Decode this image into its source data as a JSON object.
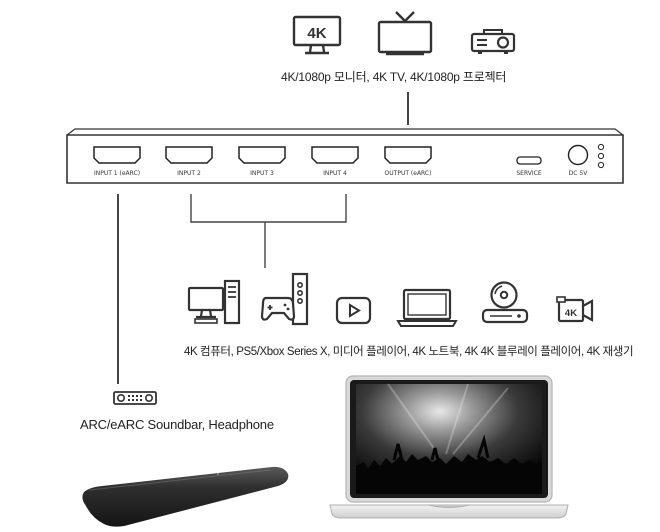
{
  "outputs": {
    "caption": "4K/1080p 모니터, 4K TV, 4K/1080p 프로젝터",
    "icons": [
      "4k-monitor-icon",
      "tv-icon",
      "projector-icon"
    ],
    "monitor_text": "4K"
  },
  "device": {
    "ports": [
      {
        "label": "INPUT 1 (eARC)"
      },
      {
        "label": "INPUT 2"
      },
      {
        "label": "INPUT 3"
      },
      {
        "label": "INPUT 4"
      },
      {
        "label": "OUTPUT (eARC)"
      },
      {
        "label": "SERVICE"
      },
      {
        "label": "DC 5V"
      }
    ]
  },
  "sources": {
    "caption": "4K 컴퓨터, PS5/Xbox Series X, 미디어 플레이어, 4K 노트북, 4K 4K 블루레이 플레이어, 4K 재생기",
    "icons": [
      "desktop-computer-icon",
      "game-console-icon",
      "media-player-icon",
      "laptop-icon",
      "bluray-player-icon",
      "4k-camera-icon"
    ],
    "camera_text": "4K"
  },
  "audio": {
    "caption": "ARC/eARC Soundbar, Headphone",
    "icon": "soundbar-icon"
  },
  "colors": {
    "line": "#444444",
    "device_body": "#ffffff",
    "device_outline": "#333333",
    "soundbar": "#2b2b2b"
  }
}
